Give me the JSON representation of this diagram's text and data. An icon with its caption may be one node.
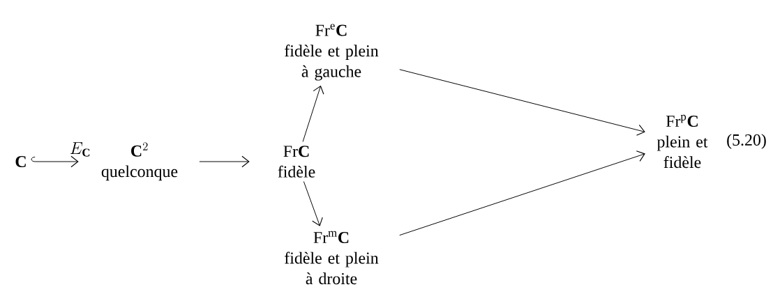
{
  "diagram": {
    "nodes": [
      {
        "text": [
          "\\mathbf{C}"
        ]
      },
      {
        "text": [
          "\\mathbf{C}^2",
          "quelconque"
        ]
      },
      {
        "text": [
          "\\mathrm{Fr}\\mathbf{C}",
          "fidèle"
        ]
      },
      {
        "text": [
          "\\mathrm{Fr}^{\\mathrm{e}}\\mathbf{C}",
          "fidèle et plein à gauche"
        ]
      },
      {
        "text": [
          "\\mathrm{Fr}^{\\mathrm{p}}\\mathbf{C}",
          "plein et fidèle"
        ]
      },
      {
        "text": [
          "\\mathrm{Fr}^{\\mathrm{m}}\\mathbf{C}",
          "fidèle et plein à droite"
        ]
      }
    ],
    "edges": [
      {
        "from": 0,
        "to": 1,
        "arrow": "to",
        "label": "E_{\\mathbf{C}}"
      },
      {
        "from": 1,
        "to": 2,
        "arrow": "to"
      },
      {
        "from": 2,
        "to": 3,
        "arrow": "to"
      },
      {
        "from": 2,
        "to": 5,
        "arrow": "to"
      },
      {
        "from": 3,
        "to": 4,
        "arrow": "to"
      },
      {
        "from": 5,
        "to": 4,
        "arrow": "to"
      }
    ],
    "labels": [
      "(5.20)"
    ]
  }
}
